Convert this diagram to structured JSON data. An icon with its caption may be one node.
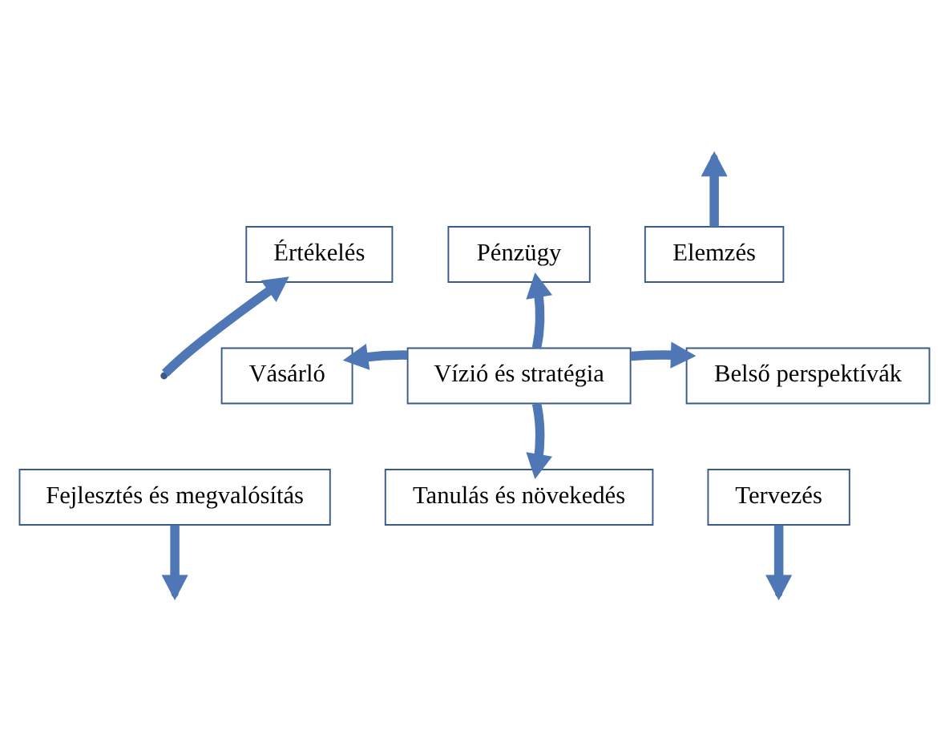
{
  "diagram": {
    "nodes": [
      {
        "text": [
          "Pénzügy"
        ]
      },
      {
        "text": [
          "Értékelés"
        ]
      },
      {
        "text": [
          "Elemzés"
        ]
      },
      {
        "text": [
          "Vízió és stratégia"
        ]
      },
      {
        "text": [
          "Vásárló"
        ]
      },
      {
        "text": [
          "Belső perspektívák"
        ]
      },
      {
        "text": [
          "Fejlesztés és megvalósítás"
        ]
      },
      {
        "text": [
          "Tervezés"
        ]
      },
      {
        "text": [
          "Tanulás és növekedés"
        ]
      }
    ],
    "edges": [
      {
        "from": 3,
        "to": 0,
        "arrow": "to"
      },
      {
        "from": 3,
        "to": 4,
        "arrow": "to"
      },
      {
        "from": 3,
        "to": 5,
        "arrow": "to"
      },
      {
        "from": 3,
        "to": 8,
        "arrow": "to"
      },
      {
        "from": null,
        "to": 1,
        "arrow": "to"
      },
      {
        "from": 2,
        "to": null,
        "arrow": "to"
      },
      {
        "from": 7,
        "to": null,
        "arrow": "to"
      },
      {
        "from": 6,
        "to": null,
        "arrow": "to"
      }
    ]
  }
}
